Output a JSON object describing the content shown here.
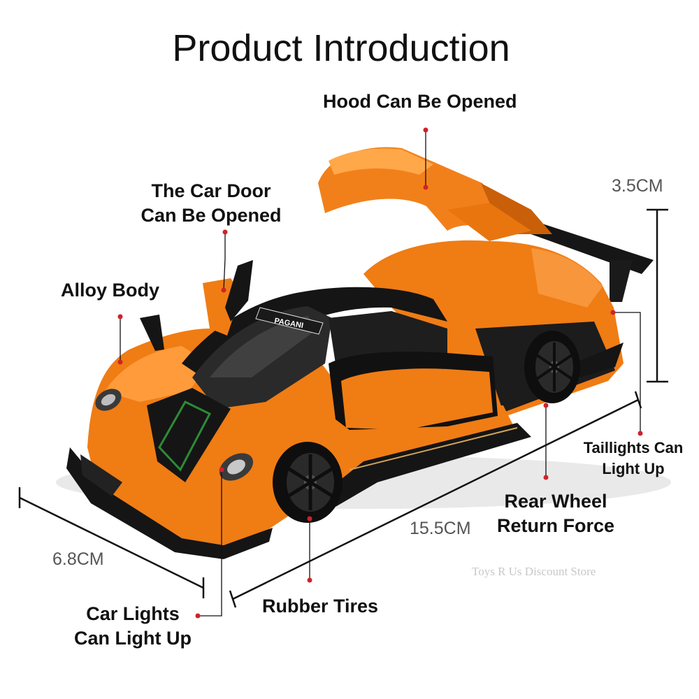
{
  "title": "Product Introduction",
  "callouts": {
    "hood": "Hood Can Be Opened",
    "door_line1": "The Car Door",
    "door_line2": "Can Be Opened",
    "alloy": "Alloy Body",
    "taillights_line1": "Taillights Can",
    "taillights_line2": "Light Up",
    "rear_wheel_line1": "Rear Wheel",
    "rear_wheel_line2": "Return Force",
    "tires": "Rubber Tires",
    "lights_line1": "Car Lights",
    "lights_line2": "Can Light Up"
  },
  "dimensions": {
    "height": "3.5CM",
    "length": "15.5CM",
    "width": "6.8CM"
  },
  "watermark": "Toys R Us Discount Store",
  "car": {
    "brand_text": "PAGANI",
    "body_color": "#f07c14",
    "trim_color": "#151515"
  },
  "colors": {
    "callout_dot": "#d0222a",
    "dimension_line": "#111111"
  }
}
